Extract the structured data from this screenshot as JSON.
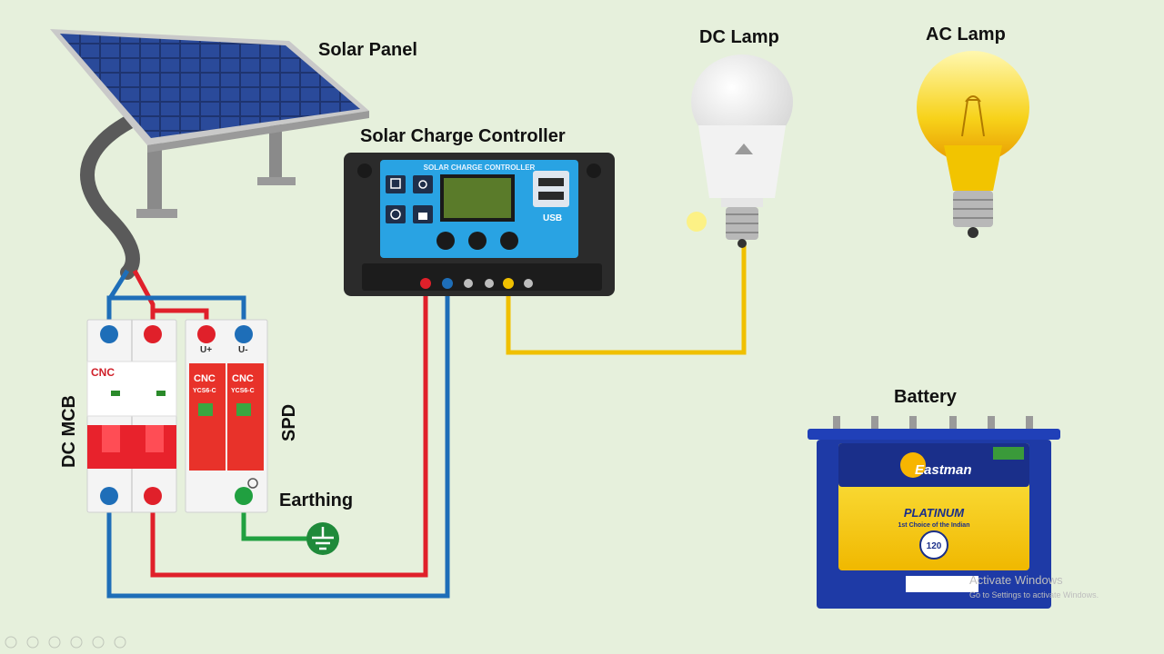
{
  "labels": {
    "solar_panel": "Solar Panel",
    "charge_controller": "Solar Charge Controller",
    "dc_lamp": "DC Lamp",
    "ac_lamp": "AC Lamp",
    "battery": "Battery",
    "dc_mcb": "DC MCB",
    "spd": "SPD",
    "earthing": "Earthing"
  },
  "controller": {
    "panel_title": "SOLAR CHARGE CONTROLLER",
    "usb_label": "USB"
  },
  "mcb": {
    "brand": "CNC"
  },
  "spd_unit": {
    "brand": "CNC",
    "model": "YCS6-C",
    "terminal_plus": "U+",
    "terminal_minus": "U-"
  },
  "battery_unit": {
    "brand": "Eastman",
    "product": "PLATINUM",
    "tagline": "1st Choice of the Indian",
    "months": "120"
  },
  "watermark": {
    "line1": "Activate Windows",
    "line2": "Go to Settings to activate Windows."
  },
  "colors": {
    "wire_red": "#e0202a",
    "wire_blue": "#1e6eb8",
    "wire_yellow": "#f0c000",
    "wire_green": "#20a040",
    "background": "#e6f0dc"
  }
}
